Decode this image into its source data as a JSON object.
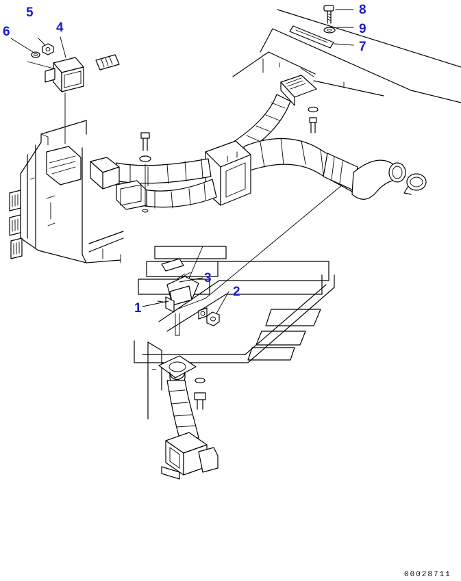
{
  "callouts": [
    {
      "id": "1",
      "label": "1"
    },
    {
      "id": "2",
      "label": "2"
    },
    {
      "id": "3",
      "label": "3"
    },
    {
      "id": "4",
      "label": "4"
    },
    {
      "id": "5",
      "label": "5"
    },
    {
      "id": "6",
      "label": "6"
    },
    {
      "id": "7",
      "label": "7"
    },
    {
      "id": "8",
      "label": "8"
    },
    {
      "id": "9",
      "label": "9"
    }
  ],
  "document_number": "00028711",
  "colors": {
    "callout": "#1a1acc",
    "line": "#000000",
    "background": "#ffffff"
  }
}
